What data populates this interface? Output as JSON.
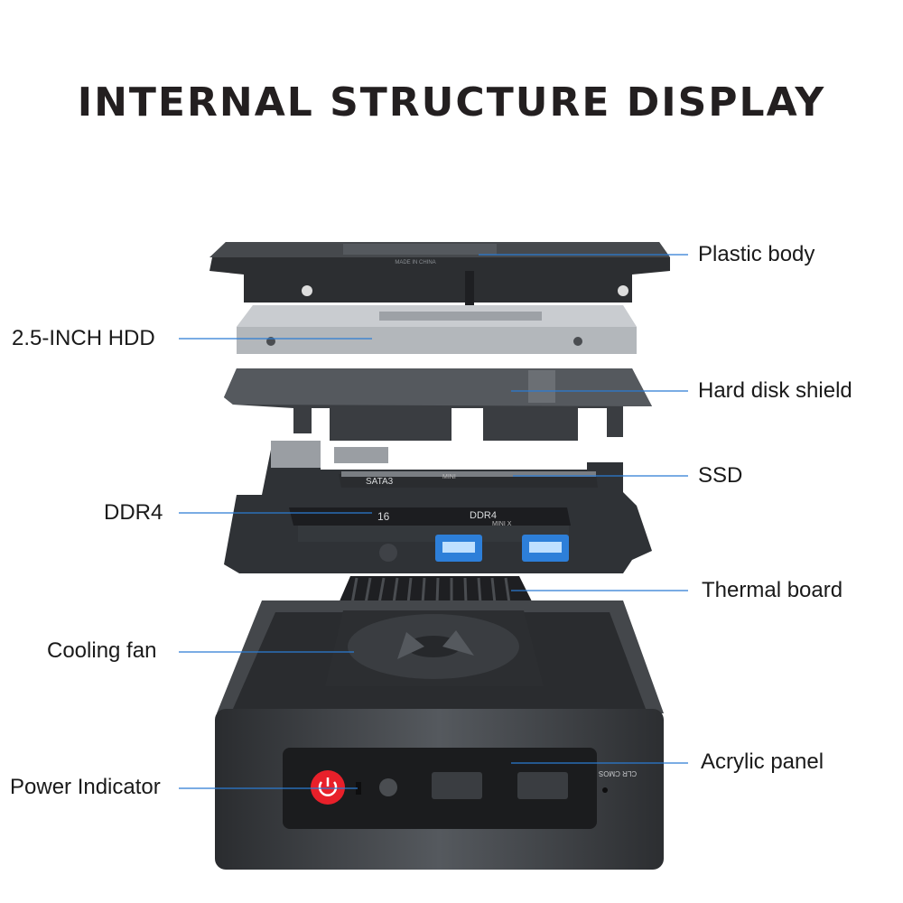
{
  "title": "INTERNAL STRUCTURE DISPLAY",
  "labels": {
    "plastic_body": "Plastic body",
    "hdd": "2.5-INCH HDD",
    "hard_disk_shield": "Hard disk shield",
    "ssd": "SSD",
    "ddr4": "DDR4",
    "thermal_board": "Thermal board",
    "cooling_fan": "Cooling fan",
    "acrylic_panel": "Acrylic panel",
    "power_indicator": "Power Indicator"
  },
  "component_text": {
    "hdd_stamp": "MADE IN CHINA",
    "ssd_sata": "SATA3",
    "ssd_mini": "MINI",
    "ram_capacity": "16",
    "ram_type": "DDR4",
    "ram_form": "MINI X",
    "clr_cmos": "CLR CMOS"
  },
  "colors": {
    "leader_line": "#2b7bd3",
    "body_dark": "#2f3134",
    "body_mid": "#54585d",
    "power_button": "#e8202a",
    "usb_blue": "#2d7fd9"
  }
}
